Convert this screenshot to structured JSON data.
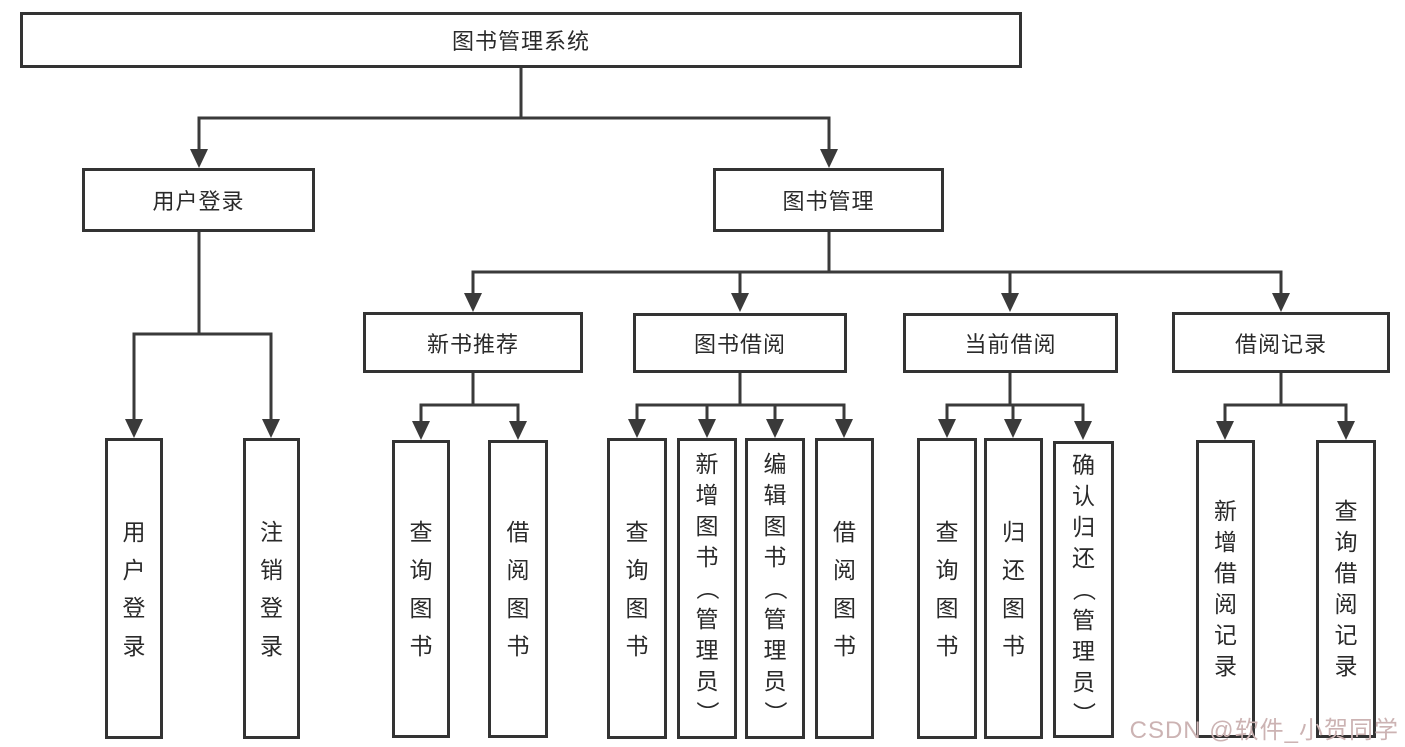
{
  "diagram": {
    "root": {
      "label": "图书管理系统"
    },
    "level2": [
      {
        "label": "用户登录"
      },
      {
        "label": "图书管理"
      }
    ],
    "level3": [
      {
        "label": "新书推荐"
      },
      {
        "label": "图书借阅"
      },
      {
        "label": "当前借阅"
      },
      {
        "label": "借阅记录"
      }
    ],
    "leaves": {
      "user_login": [
        {
          "label": "用户登录"
        },
        {
          "label": "注销登录"
        }
      ],
      "new_book_recommend": [
        {
          "label": "查询图书"
        },
        {
          "label": "借阅图书"
        }
      ],
      "book_borrowing": [
        {
          "label": "查询图书"
        },
        {
          "label": "新增图书（管理员）"
        },
        {
          "label": "编辑图书（管理员）"
        },
        {
          "label": "借阅图书"
        }
      ],
      "current_borrowing": [
        {
          "label": "查询图书"
        },
        {
          "label": "归还图书"
        },
        {
          "label": "确认归还（管理员）"
        }
      ],
      "borrow_records": [
        {
          "label": "新增借阅记录"
        },
        {
          "label": "查询借阅记录"
        }
      ]
    }
  },
  "watermark": {
    "text": "CSDN @软件_小贺同学"
  },
  "colors": {
    "line": "#3a3a3a",
    "box_border": "#333333",
    "text": "#2a2a2a",
    "watermark": "#ccb3b3",
    "background": "#ffffff"
  }
}
